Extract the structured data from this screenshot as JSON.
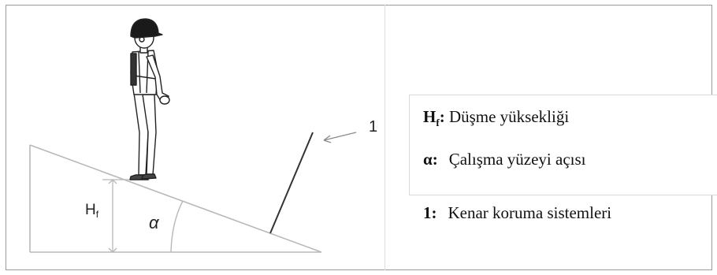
{
  "diagram": {
    "labels": {
      "height_main": "H",
      "height_sub": "f",
      "angle": "α",
      "edge_callout": "1"
    }
  },
  "legend": {
    "items": [
      {
        "symbol_main": "H",
        "symbol_sub": "f",
        "symbol_suffix": ":",
        "description": "Düşme yüksekliği"
      },
      {
        "symbol": "α:",
        "description": "Çalışma yüzeyi açısı"
      },
      {
        "symbol": "1:",
        "description": "Kenar koruma sistemleri"
      }
    ]
  }
}
